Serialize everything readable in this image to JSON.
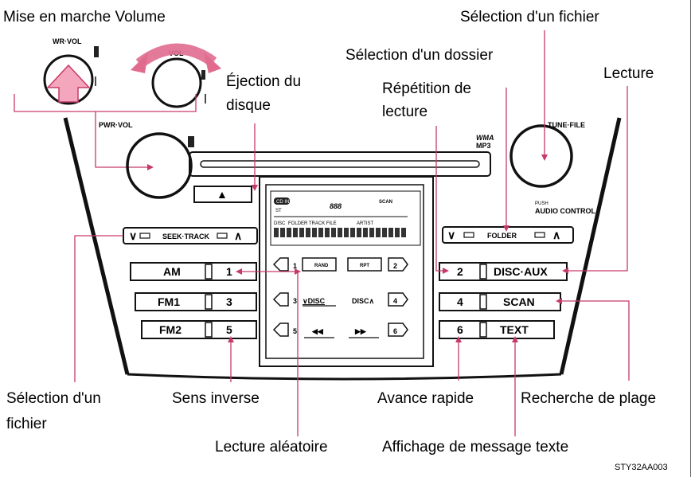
{
  "callouts": {
    "power_volume": "Mise en marche Volume",
    "file_select_top": "Sélection d'un fichier",
    "folder_select": "Sélection d'un dossier",
    "eject_line1": "Éjection du",
    "eject_line2": "disque",
    "repeat_line1": "Répétition de",
    "repeat_line2": "lecture",
    "play": "Lecture",
    "file_select_bottom_line1": "Sélection d'un",
    "file_select_bottom_line2": "fichier",
    "reverse": "Sens inverse",
    "fast_forward": "Avance rapide",
    "track_search": "Recherche de plage",
    "random": "Lecture aléatoire",
    "text_display": "Affichage de message texte"
  },
  "panel": {
    "pwr_vol": "PWR·VOL",
    "tune_file": "TUNE·FILE",
    "push": "PUSH",
    "audio_control": "AUDIO CONTROL",
    "wma": "WMA",
    "mp3": "MP3",
    "inset_label": "WR·VOL",
    "inset_vol": "VOL",
    "seek_track": "SEEK·TRACK",
    "folder": "FOLDER",
    "eject_symbol": "▲"
  },
  "left_buttons": [
    {
      "band": "AM",
      "num": "1"
    },
    {
      "band": "FM1",
      "num": "3"
    },
    {
      "band": "FM2",
      "num": "5"
    }
  ],
  "right_buttons": [
    {
      "num": "2",
      "func": "DISC·AUX"
    },
    {
      "num": "4",
      "func": "SCAN"
    },
    {
      "num": "6",
      "func": "TEXT"
    }
  ],
  "lcd": {
    "cd_in": "CD IN",
    "st": "ST",
    "digits": "888",
    "scan": "SCAN",
    "disc": "DISC",
    "folder_track_file": "FOLDER TRACK FILE",
    "artist": "ARTIST",
    "row1": [
      "1",
      "RAND",
      "RPT",
      "2"
    ],
    "row2": [
      "3",
      "∨DISC",
      "DISC∧",
      "4"
    ],
    "row3": [
      "5",
      "◀◀",
      "▶▶",
      "6"
    ]
  },
  "figure_code": "STY32AA003"
}
